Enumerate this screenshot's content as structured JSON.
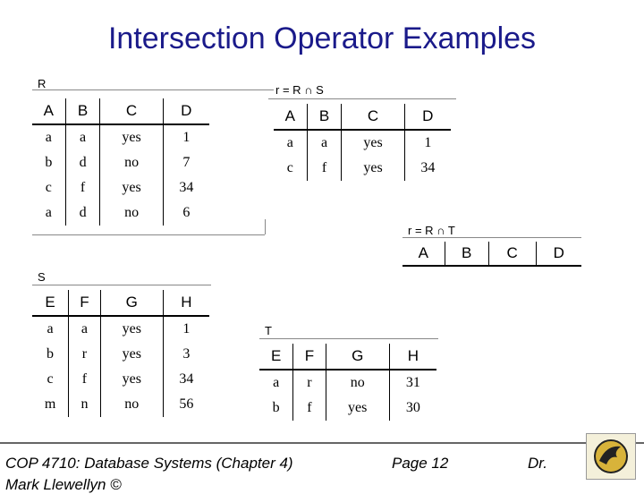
{
  "slide": {
    "title": "Intersection Operator Examples"
  },
  "labels": {
    "R": "R",
    "S": "S",
    "T": "T",
    "r_eq_RS": "r = R ∩ S",
    "r_eq_RT": "r = R ∩ T"
  },
  "relations": {
    "R": {
      "headers": [
        "A",
        "B",
        "C",
        "D"
      ],
      "rows": [
        [
          "a",
          "a",
          "yes",
          "1"
        ],
        [
          "b",
          "d",
          "no",
          "7"
        ],
        [
          "c",
          "f",
          "yes",
          "34"
        ],
        [
          "a",
          "d",
          "no",
          "6"
        ]
      ]
    },
    "RS": {
      "headers": [
        "A",
        "B",
        "C",
        "D"
      ],
      "rows": [
        [
          "a",
          "a",
          "yes",
          "1"
        ],
        [
          "c",
          "f",
          "yes",
          "34"
        ]
      ]
    },
    "RT": {
      "headers": [
        "A",
        "B",
        "C",
        "D"
      ],
      "rows": []
    },
    "S": {
      "headers": [
        "E",
        "F",
        "G",
        "H"
      ],
      "rows": [
        [
          "a",
          "a",
          "yes",
          "1"
        ],
        [
          "b",
          "r",
          "yes",
          "3"
        ],
        [
          "c",
          "f",
          "yes",
          "34"
        ],
        [
          "m",
          "n",
          "no",
          "56"
        ]
      ]
    },
    "T": {
      "headers": [
        "E",
        "F",
        "G",
        "H"
      ],
      "rows": [
        [
          "a",
          "r",
          "no",
          "31"
        ],
        [
          "b",
          "f",
          "yes",
          "30"
        ]
      ]
    }
  },
  "footer": {
    "course": "COP 4710: Database Systems  (Chapter 4)",
    "page": "Page 12",
    "author": "Dr.",
    "author_cont": "Mark Llewellyn ©"
  },
  "colors": {
    "title": "#1a1a8a"
  },
  "icons": {
    "logo": "ucf-pegasus-logo"
  }
}
